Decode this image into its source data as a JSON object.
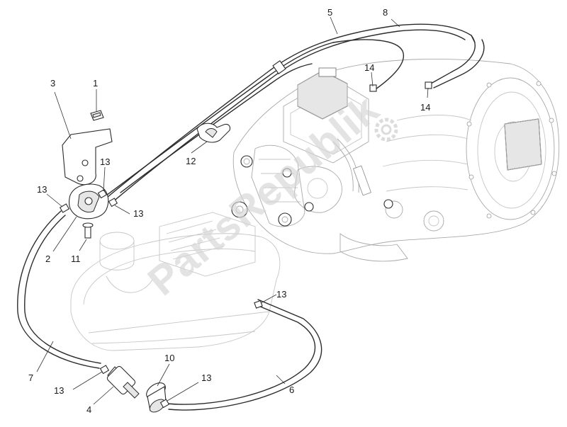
{
  "watermark": "PartsRepublik",
  "callouts": [
    {
      "id": "1",
      "label": "1"
    },
    {
      "id": "2",
      "label": "2"
    },
    {
      "id": "3",
      "label": "3"
    },
    {
      "id": "4",
      "label": "4"
    },
    {
      "id": "5",
      "label": "5"
    },
    {
      "id": "6",
      "label": "6"
    },
    {
      "id": "7",
      "label": "7"
    },
    {
      "id": "8",
      "label": "8"
    },
    {
      "id": "10",
      "label": "10"
    },
    {
      "id": "11",
      "label": "11"
    },
    {
      "id": "12",
      "label": "12"
    },
    {
      "id": "13a",
      "label": "13"
    },
    {
      "id": "13b",
      "label": "13"
    },
    {
      "id": "13c",
      "label": "13"
    },
    {
      "id": "13d",
      "label": "13"
    },
    {
      "id": "13e",
      "label": "13"
    },
    {
      "id": "13f",
      "label": "13"
    },
    {
      "id": "14a",
      "label": "14"
    },
    {
      "id": "14b",
      "label": "14"
    }
  ]
}
